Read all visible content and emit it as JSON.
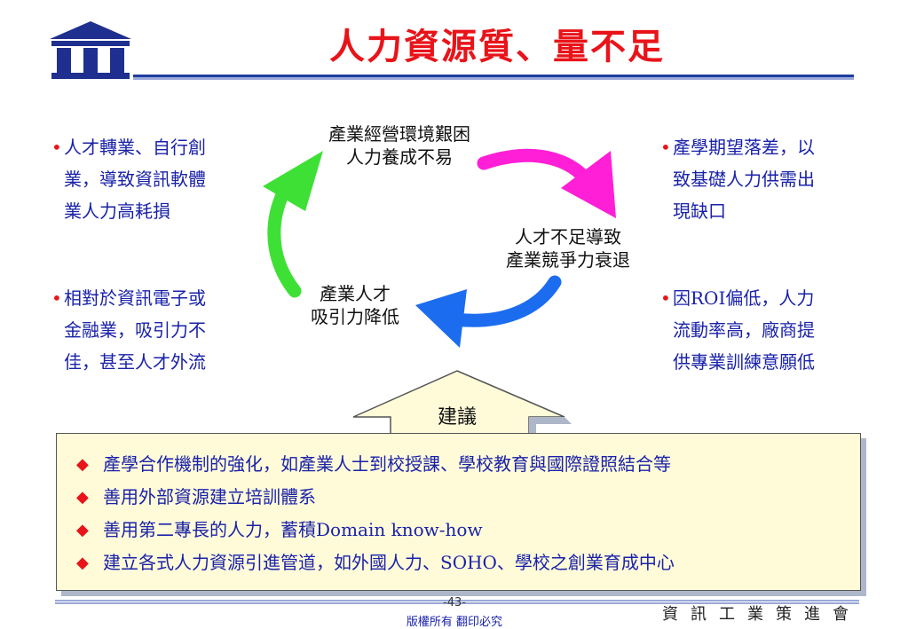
{
  "logo": {
    "icon": "institute-pillars-logo",
    "color": "#1f2f8f"
  },
  "title": "人力資源質、量不足",
  "left_top": [
    "人才轉業、自行創",
    "業，導致資訊軟體",
    "業人力高耗損"
  ],
  "left_bottom": [
    "相對於資訊電子或",
    "金融業，吸引力不",
    "佳，甚至人才外流"
  ],
  "right_top": [
    "產學期望落差，以",
    "致基礎人力供需出",
    "現缺口"
  ],
  "right_bottom": [
    "因ROI偏低，人力",
    "流動率高，廠商提",
    "供專業訓練意願低"
  ],
  "cycle": {
    "top": [
      "產業經營環境艱困",
      "人力養成不易"
    ],
    "right": [
      "人才不足導致",
      "產業競爭力衰退"
    ],
    "left": [
      "產業人才",
      "吸引力降低"
    ]
  },
  "suggestion": {
    "label": "建議",
    "items": [
      "產學合作機制的強化，如產業人士到校授課、學校教育與國際證照結合等",
      "善用外部資源建立培訓體系",
      "善用第二專長的人力，蓄積Domain know-how",
      "建立各式人力資源引進管道，如外國人力、SOHO、學校之創業育成中心"
    ]
  },
  "footer": {
    "page": "-43-",
    "copyright": "版權所有 翻印必究",
    "org": "資訊工業策進會"
  },
  "colors": {
    "title": "#e8141a",
    "bullet_text": "#1a22a8",
    "arrow_magenta": "#ff1fd6",
    "arrow_blue": "#1c6cf0",
    "arrow_green": "#3ee035",
    "suggest_bg": "#fffbd9"
  }
}
